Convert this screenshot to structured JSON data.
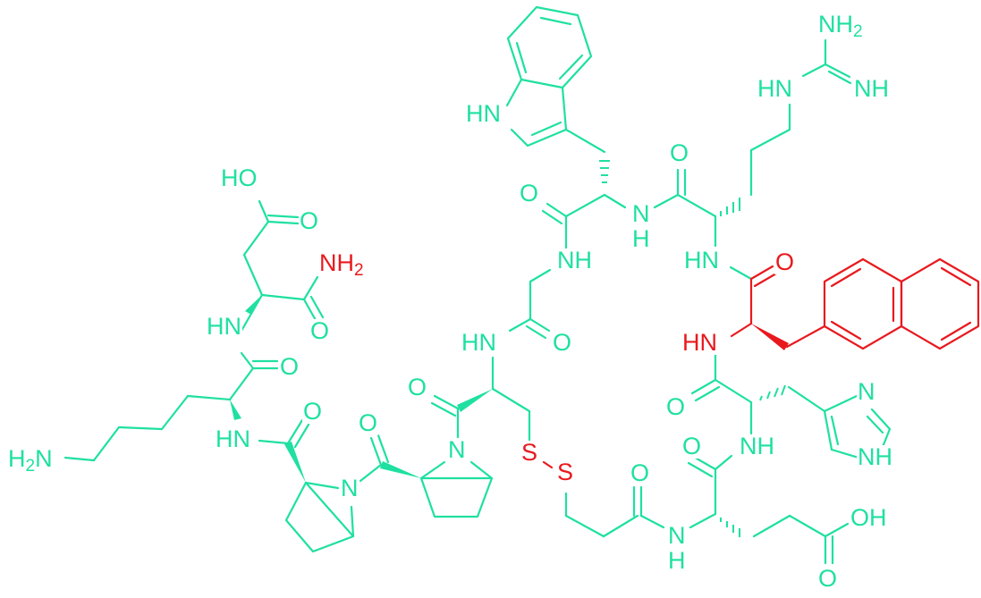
{
  "diagram": {
    "type": "chemical-structure",
    "colors": {
      "primary": "#1fe0a1",
      "highlight": "#e8191e",
      "background": "#ffffff"
    },
    "labels": {
      "trp_nh": "HN",
      "arg_nh2": "NH",
      "arg_nh2_sub": "2",
      "arg_hn": "HN",
      "arg_nh": "NH",
      "trp_co_o": "O",
      "trp_n": "N",
      "trp_h": "H",
      "arg_co_o": "O",
      "asp_ho": "HO",
      "asp_o": "O",
      "asp_nh2": "NH",
      "asp_nh2_sub": "2",
      "asp_amide_o": "O",
      "asp_hn": "HN",
      "lys_o": "O",
      "gly_nh": "NH",
      "arg_alpha_hn": "HN",
      "nal_o": "O",
      "gly_hn": "HN",
      "gly_o": "O",
      "nal_hn": "HN",
      "lys_hn": "HN",
      "lys_h2n_h": "H",
      "lys_h2n_sub": "2",
      "lys_h2n_n": "N",
      "pro1_o": "O",
      "pro2_o": "O",
      "pro1_n": "N",
      "pro2_n": "N",
      "cys_o": "O",
      "his_o": "O",
      "his_ring_n": "N",
      "his_nh": "NH",
      "his_ring_nh": "NH",
      "glu_o": "O",
      "s1": "S",
      "s2": "S",
      "mpa_o": "O",
      "glu_n": "N",
      "glu_h": "H",
      "glu_oh": "OH",
      "glu_acid_o": "O"
    }
  }
}
